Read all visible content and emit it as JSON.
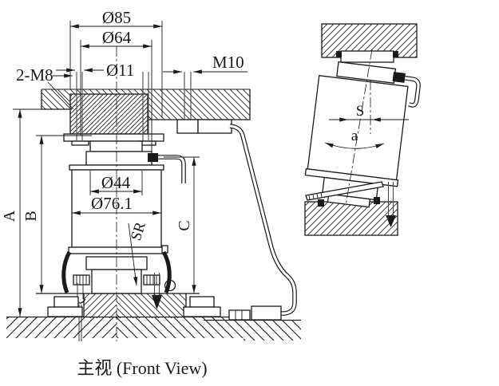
{
  "colors": {
    "ink": "#1a1a1a",
    "background": "#ffffff",
    "bolt_gray": "#4a4a4a"
  },
  "front_view": {
    "caption": "主视 (Front View)",
    "labels": {
      "dia85": "Ø85",
      "dia64": "Ø64",
      "dia11": "Ø11",
      "two_m8": "2-M8",
      "m10": "M10",
      "dia44": "Ø44",
      "dia76": "Ø76.1",
      "dim_a": "A",
      "dim_b": "B",
      "dim_c": "C",
      "sphere_radius": "SR"
    }
  },
  "tilt_view": {
    "labels": {
      "offset": "S",
      "angle": "a"
    }
  }
}
